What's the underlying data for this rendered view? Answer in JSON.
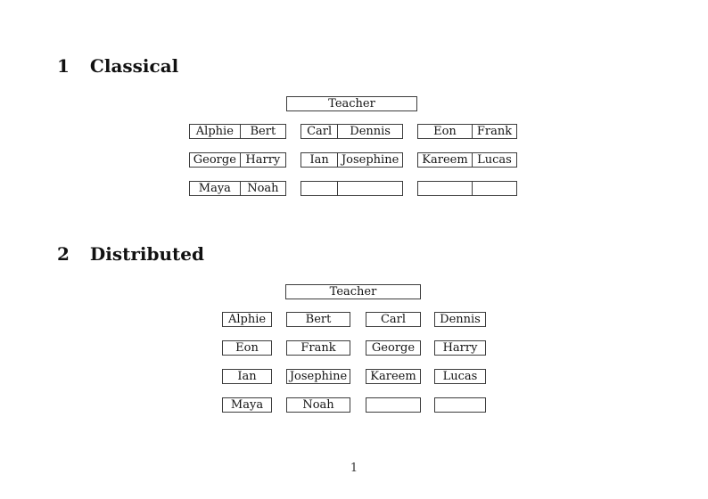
{
  "document": {
    "page_number": "1"
  },
  "sections": [
    {
      "number": "1",
      "title": "Classical",
      "teacher_label": "Teacher",
      "rows": [
        [
          [
            "Alphie",
            "Bert"
          ],
          [
            "Carl",
            "Dennis"
          ],
          [
            "Eon",
            "Frank"
          ]
        ],
        [
          [
            "George",
            "Harry"
          ],
          [
            "Ian",
            "Josephine"
          ],
          [
            "Kareem",
            "Lucas"
          ]
        ],
        [
          [
            "Maya",
            "Noah"
          ],
          [
            "",
            ""
          ],
          [
            "",
            ""
          ]
        ]
      ]
    },
    {
      "number": "2",
      "title": "Distributed",
      "teacher_label": "Teacher",
      "rows": [
        [
          "Alphie",
          "Bert",
          "Carl",
          "Dennis"
        ],
        [
          "Eon",
          "Frank",
          "George",
          "Harry"
        ],
        [
          "Ian",
          "Josephine",
          "Kareem",
          "Lucas"
        ],
        [
          "Maya",
          "Noah",
          "",
          ""
        ]
      ]
    }
  ]
}
